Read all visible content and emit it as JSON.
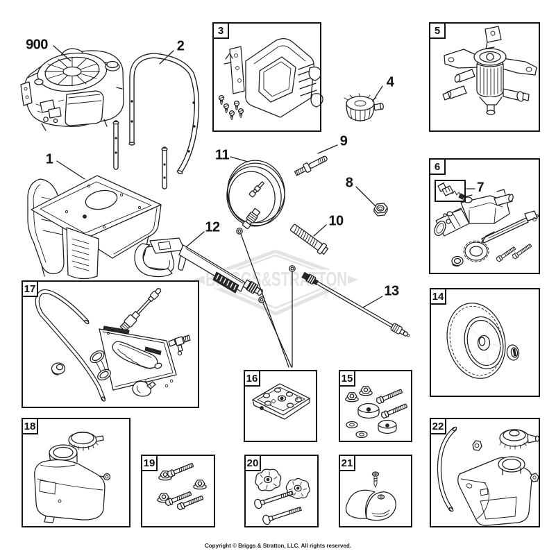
{
  "watermark": {
    "text": "BRIGGS&STRATTON",
    "registered": "®",
    "color": "#e3e3e3"
  },
  "footer": {
    "copyright": "Copyright © Briggs & Stratton, LLC. All rights reserved."
  },
  "callouts": [
    {
      "label": "900"
    },
    {
      "label": "2"
    },
    {
      "label": "1"
    },
    {
      "label": "4"
    },
    {
      "label": "9"
    },
    {
      "label": "8"
    },
    {
      "label": "10"
    },
    {
      "label": "11"
    },
    {
      "label": "12"
    },
    {
      "label": "13"
    },
    {
      "label": "7"
    }
  ],
  "boxes": [
    {
      "label": "3"
    },
    {
      "label": "5"
    },
    {
      "label": "6"
    },
    {
      "label": "14"
    },
    {
      "label": "15"
    },
    {
      "label": "16"
    },
    {
      "label": "17"
    },
    {
      "label": "18"
    },
    {
      "label": "19"
    },
    {
      "label": "20"
    },
    {
      "label": "21"
    },
    {
      "label": "22"
    }
  ],
  "colors": {
    "line": "#1b1b1b",
    "background": "#ffffff"
  }
}
